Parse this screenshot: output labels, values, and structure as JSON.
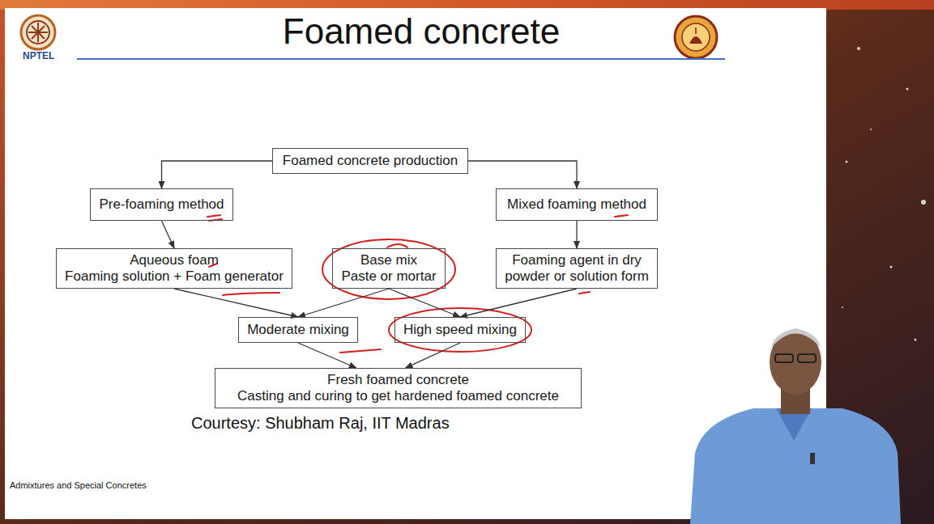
{
  "diagram": {
    "title": "Foamed concrete",
    "nodes": [
      {
        "text": [
          "Foamed concrete production"
        ]
      },
      {
        "text": [
          "Pre-foaming method"
        ]
      },
      {
        "text": [
          "Mixed foaming method"
        ]
      },
      {
        "text": [
          "Aqueous foam",
          "Foaming solution + Foam generator"
        ]
      },
      {
        "text": [
          "Base mix",
          "Paste or mortar"
        ]
      },
      {
        "text": [
          "Foaming agent in dry powder or solution form"
        ]
      },
      {
        "text": [
          "Moderate mixing"
        ]
      },
      {
        "text": [
          "High speed mixing"
        ]
      },
      {
        "text": [
          "Fresh foamed concrete",
          "Casting and curing to get hardened foamed concrete"
        ]
      }
    ],
    "edges": [
      {
        "from": 0,
        "to": 1,
        "arrow": "to"
      },
      {
        "from": 0,
        "to": 2,
        "arrow": "to"
      },
      {
        "from": 1,
        "to": 3,
        "arrow": "to"
      },
      {
        "from": 2,
        "to": 5,
        "arrow": "to"
      },
      {
        "from": 3,
        "to": 6,
        "arrow": "to"
      },
      {
        "from": 4,
        "to": 6,
        "arrow": "to"
      },
      {
        "from": 4,
        "to": 7,
        "arrow": "to"
      },
      {
        "from": 5,
        "to": 7,
        "arrow": "to"
      },
      {
        "from": 6,
        "to": 8,
        "arrow": "to"
      },
      {
        "from": 7,
        "to": 8,
        "arrow": "to"
      }
    ],
    "labels": [
      "NPTEL",
      "Courtesy: Shubham Raj, IIT Madras",
      "Admixtures and Special Concretes"
    ]
  }
}
